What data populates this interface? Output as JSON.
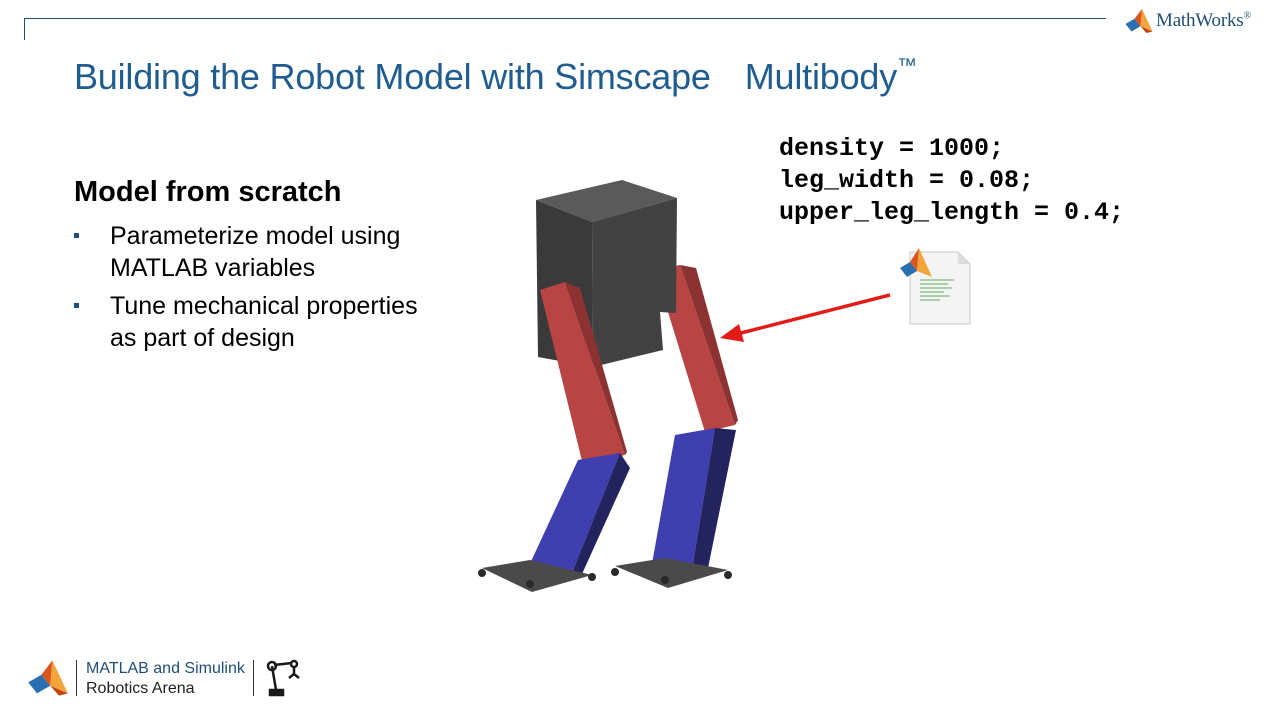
{
  "header": {
    "brand": "MathWorks",
    "registered": "®"
  },
  "slide": {
    "title_part1": "Building the Robot Model with Simscape",
    "title_part2": "Multibody",
    "title_tm": "™",
    "section_heading": "Model from scratch",
    "bullets": [
      {
        "line1": "Parameterize model using",
        "line2": "MATLAB variables"
      },
      {
        "line1": "Tune mechanical properties",
        "line2": "as part of design"
      }
    ],
    "code_lines": [
      "density = 1000;",
      "leg_width = 0.08;",
      "upper_leg_length = 0.4;"
    ]
  },
  "footer": {
    "line1": "MATLAB and Simulink",
    "line2": "Robotics Arena"
  },
  "colors": {
    "title": "#1f5c8f",
    "accent_rule": "#1f4e79",
    "robot_body": "#404040",
    "upper_leg": "#b84444",
    "lower_leg": "#3f3fb0",
    "foot": "#4a4a4a",
    "arrow": "#e41b17",
    "matlab_orange": "#e8742a"
  },
  "icons": [
    "matlab-logo-icon",
    "matlab-file-icon",
    "red-arrow-icon",
    "robot-arm-icon"
  ]
}
